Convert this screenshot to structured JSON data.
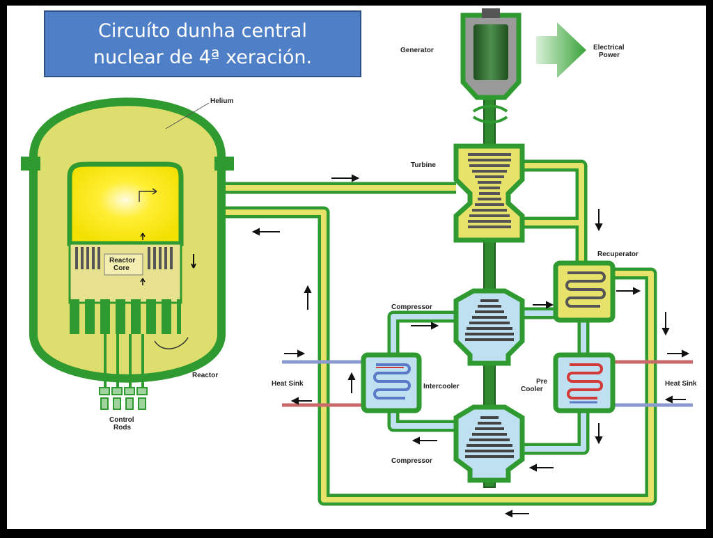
{
  "slide": {
    "title_line1": "Circuíto dunha central",
    "title_line2": "nuclear de 4ª xeración."
  },
  "labels": {
    "generator": "Generator",
    "electrical_power_1": "Electrical",
    "electrical_power_2": "Power",
    "helium": "Helium",
    "turbine": "Turbine",
    "recuperator": "Recuperator",
    "reactor_core_1": "Reactor",
    "reactor_core_2": "Core",
    "compressor_upper": "Compressor",
    "compressor_lower": "Compressor",
    "intercooler": "Intercooler",
    "precooler_1": "Pre",
    "precooler_2": "Cooler",
    "heat_sink_left": "Heat Sink",
    "heat_sink_right": "Heat Sink",
    "reactor": "Reactor",
    "control_rods_1": "Control",
    "control_rods_2": "Rods"
  },
  "colors": {
    "background": "#000000",
    "canvas": "#ffffff",
    "title_box": "#4f7fc6",
    "pipe_outer": "#2f9a2f",
    "pipe_inner": "#e7e36a",
    "reactor_fill": "#dede6e",
    "core_hot": "#ffe600",
    "cool_fluid": "#bfe0f0",
    "hot_coil": "#d23a3a",
    "cold_coil": "#5a7ac8",
    "generator": "#2b6d2b"
  }
}
